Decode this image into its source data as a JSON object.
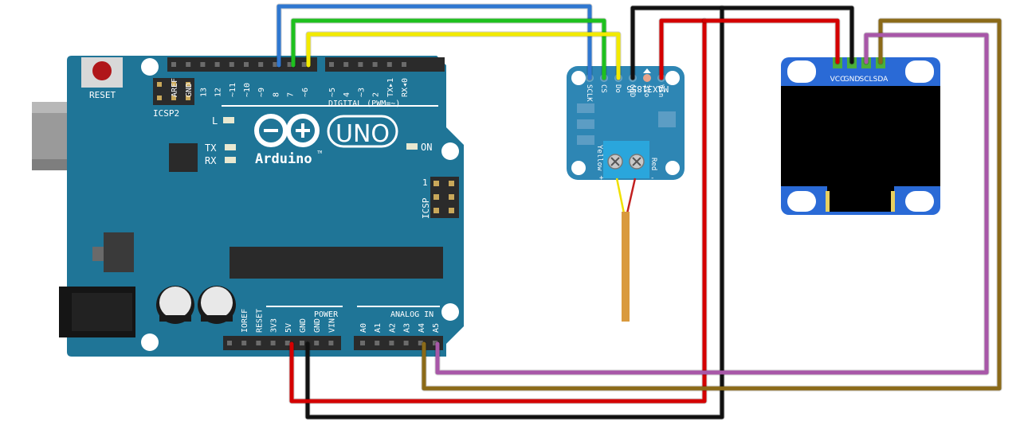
{
  "arduino": {
    "reset_label": "RESET",
    "icsp2_label": "ICSP2",
    "icsp_label": "ICSP",
    "icsp_pin1": "1",
    "brand": "Arduino",
    "tm": "TM",
    "model": "UNO",
    "led_l": "L",
    "led_tx": "TX",
    "led_rx": "RX",
    "on_label": "ON",
    "digital_label": "DIGITAL (PWM=~)",
    "digital_pins": [
      "AREF",
      "GND",
      "13",
      "12",
      "~11",
      "~10",
      "~9",
      "8",
      "7",
      "~6",
      "~5",
      "4",
      "~3",
      "2",
      "TX▸1",
      "RX◂0"
    ],
    "power_label": "POWER",
    "power_pins": [
      "IOREF",
      "RESET",
      "3V3",
      "5V",
      "GND",
      "GND",
      "VIN"
    ],
    "analog_label": "ANALOG IN",
    "analog_pins": [
      "A0",
      "A1",
      "A2",
      "A3",
      "A4",
      "A5"
    ]
  },
  "max_module": {
    "chip_label": "MAX31855",
    "pins": [
      "SCLK",
      "CS",
      "Do",
      "GND",
      "3Vo",
      "Vin"
    ],
    "yellow_label": "Yellow",
    "red_label": "Red",
    "plus": "+",
    "minus": "-"
  },
  "oled": {
    "pins": [
      "VCC",
      "GND",
      "SCL",
      "SDA"
    ]
  },
  "wire_colors": {
    "blue": "#2f77d0",
    "green": "#1ec01e",
    "yellow": "#f2ea00",
    "black": "#111111",
    "red": "#d40000",
    "brown": "#8b6a18",
    "purple": "#a857a8",
    "thermocouple": "#d99a3e"
  },
  "board_color": "#1f7597",
  "module_color": "#2e86b4",
  "oled_color": "#2a6ad6"
}
